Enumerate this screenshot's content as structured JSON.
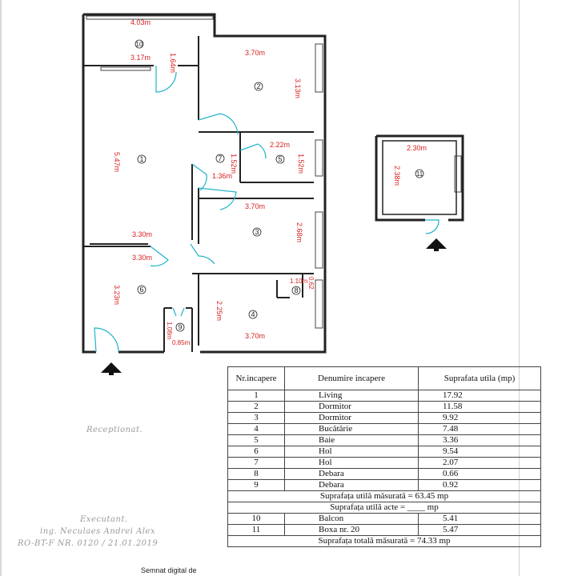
{
  "plan": {
    "room_numbers": [
      "1",
      "2",
      "3",
      "4",
      "5",
      "6",
      "7",
      "8",
      "9",
      "10",
      "11"
    ],
    "dimensions": {
      "balcon_width": "4.03m",
      "balcon_inner": "3.17m",
      "balcon_depth": "1.64m",
      "room2_width": "3.70m",
      "room2_depth": "3.13m",
      "room1_depth": "5.47m",
      "hol7_width": "1.36m",
      "hol7_depth": "1.52m",
      "baie_width": "2.22m",
      "baie_depth": "1.52m",
      "room3_width": "3.70m",
      "room3_depth": "2.68m",
      "living_width": "3.30m",
      "hol6_width": "3.30m",
      "hol6_depth": "3.23m",
      "debara8_width": "1.10m",
      "debara8_depth": "0.62",
      "kitchen_depth": "2.25m",
      "kitchen_width": "3.70m",
      "debara9_depth": "1.08m",
      "debara9_width": "0.85m",
      "boxa_width": "2.30m",
      "boxa_depth": "2.38m"
    }
  },
  "table": {
    "headers": [
      "Nr.incapere",
      "Denumire incapere",
      "Suprafata utila (mp)"
    ],
    "rows": [
      {
        "nr": "1",
        "name": "Living",
        "area": "17.92"
      },
      {
        "nr": "2",
        "name": "Dormitor",
        "area": "11.58"
      },
      {
        "nr": "3",
        "name": "Dormitor",
        "area": "9.92"
      },
      {
        "nr": "4",
        "name": "Bucătărie",
        "area": "7.48"
      },
      {
        "nr": "5",
        "name": "Baie",
        "area": "3.36"
      },
      {
        "nr": "6",
        "name": "Hol",
        "area": "9.54"
      },
      {
        "nr": "7",
        "name": "Hol",
        "area": "2.07"
      },
      {
        "nr": "8",
        "name": "Debara",
        "area": "0.66"
      },
      {
        "nr": "9",
        "name": "Debara",
        "area": "0.92"
      }
    ],
    "measured_total": "Suprafața utilă măsurată = 63.45 mp",
    "acts_total": "Suprafața utilă acte = ____ mp",
    "extra_rows": [
      {
        "nr": "10",
        "name": "Balcon",
        "area": "5.41"
      },
      {
        "nr": "11",
        "name": "Boxa nr. 20",
        "area": "5.47"
      }
    ],
    "grand_total": "Suprafața totală măsurată = 74.33 mp"
  },
  "footer": {
    "received": "Receptionat.",
    "executant": "Executant.",
    "engineer": "ing. Neculaes Andrei Alex",
    "registration": "RO-BT-F NR. 0120 / 21.01.2019",
    "signed": "Semnat digital de"
  },
  "colors": {
    "dimension": "#d81e1e",
    "door": "#1fb3c9",
    "wall": "#222222"
  }
}
